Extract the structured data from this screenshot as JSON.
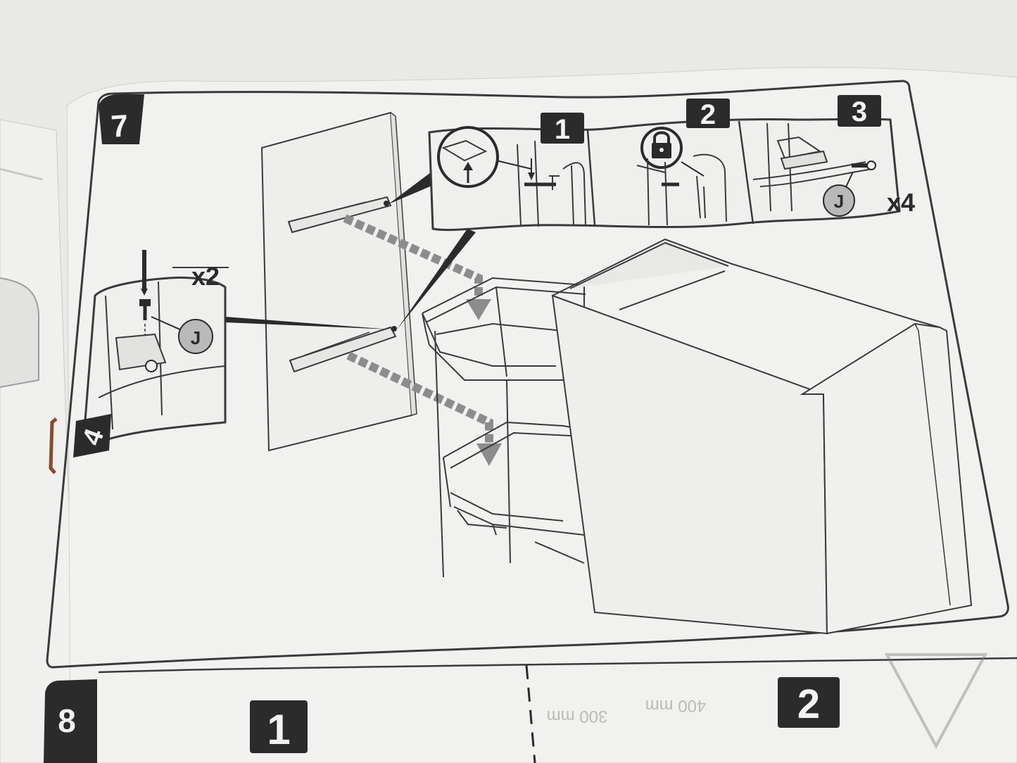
{
  "manual": {
    "step7": {
      "step_number": "7",
      "substeps": {
        "s1": "1",
        "s2": "2",
        "s3": "3",
        "s4": "4"
      },
      "fastener_letter_a": "J",
      "fastener_letter_b": "J",
      "qty_left": "x2",
      "qty_right": "x4"
    },
    "step8": {
      "step_number": "8",
      "substep_1": "1",
      "substep_2": "2",
      "faint_a": "300 mm",
      "faint_b": "400 mm"
    }
  },
  "colors": {
    "page": "#f1f1ef",
    "ink": "#3a3a3a",
    "badge": "#2b2b2b",
    "badge_text": "#f2f2f2",
    "circle_fill": "#b9b9b9",
    "arrow_grey": "#8c8c8c",
    "staple": "#8a4a2b"
  },
  "icons": [
    "padlock-icon",
    "up-arrow-icon",
    "screwdriver-icon",
    "screw-icon",
    "bracket-icon",
    "wire-basket-icon",
    "warning-triangle-icon",
    "staple-icon"
  ]
}
